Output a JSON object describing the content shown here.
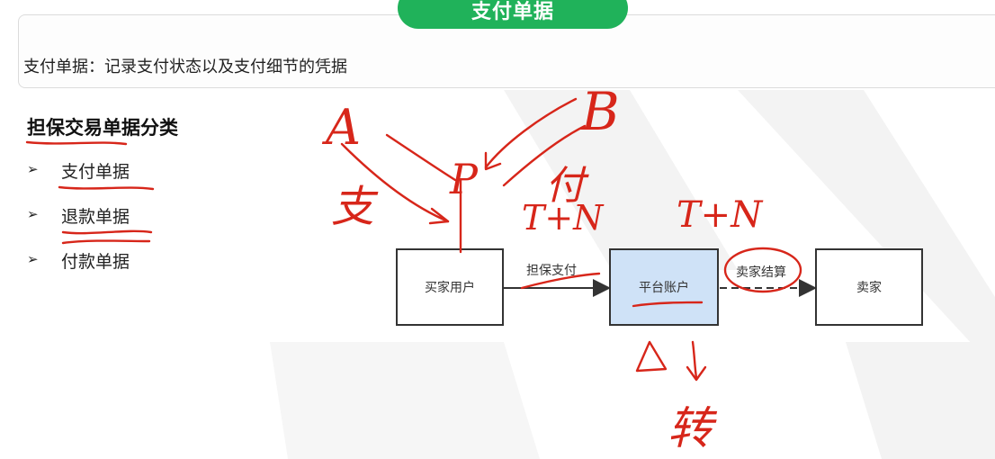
{
  "title": "支付单据",
  "description": "支付单据：记录支付状态以及支付细节的凭据",
  "category_heading": "担保交易单据分类",
  "categories": [
    {
      "label": "支付单据",
      "bullet": "➢"
    },
    {
      "label": "退款单据",
      "bullet": "➢"
    },
    {
      "label": "付款单据",
      "bullet": "➢"
    }
  ],
  "diagram": {
    "nodes": {
      "buyer": "买家用户",
      "platform": "平台账户",
      "seller": "卖家"
    },
    "edges": {
      "escrow_payment": "担保支付",
      "seller_settlement": "卖家结算"
    }
  },
  "annotations": {
    "color": "#d7261a",
    "a": "A",
    "b": "B",
    "p": "P",
    "zhi": "支",
    "fu": "付",
    "zhuan": "转",
    "tn_left": "T+N",
    "tn_right": "T+N"
  },
  "colors": {
    "accent_green": "#20b25a",
    "platform_fill": "#cfe2f7"
  }
}
